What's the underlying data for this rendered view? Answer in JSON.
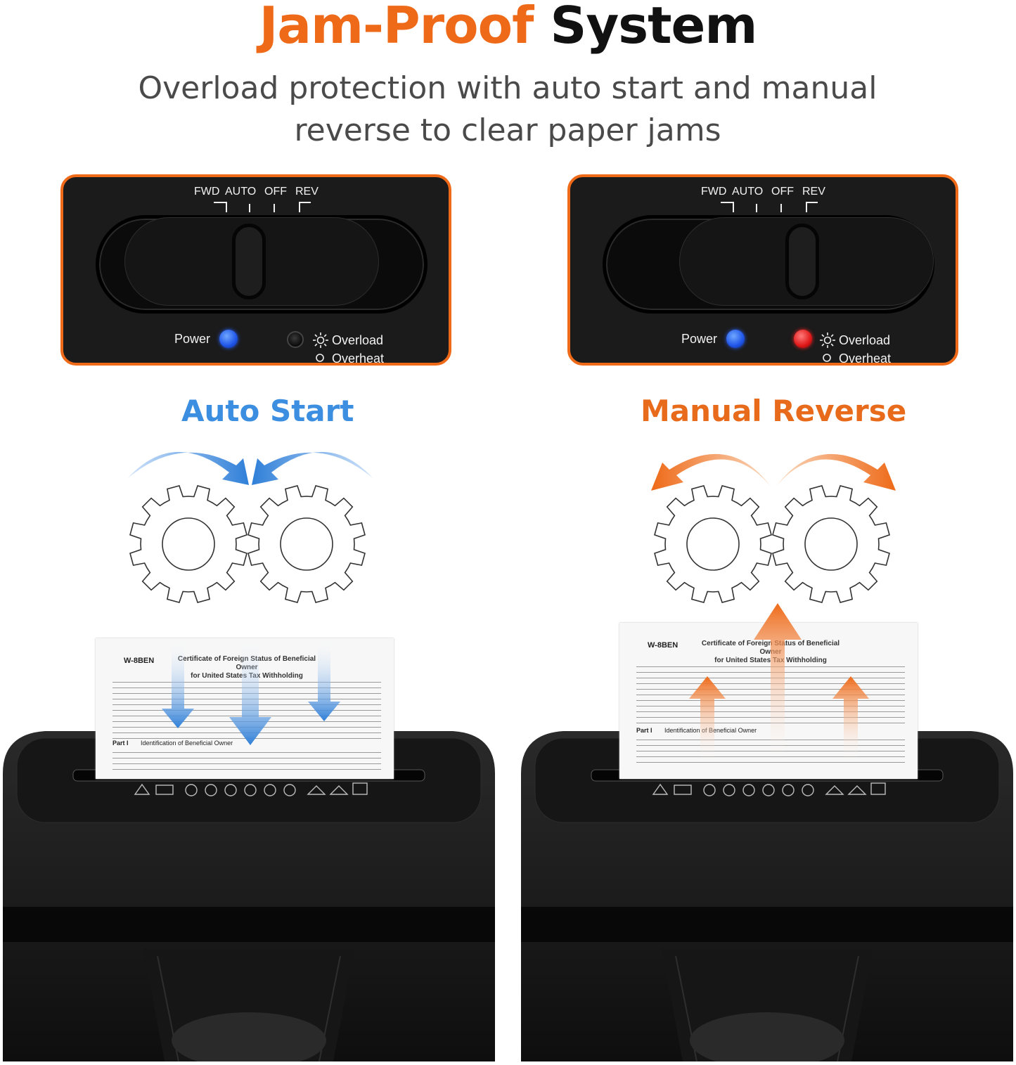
{
  "header": {
    "title_accent": "Jam-Proof",
    "title_rest": " System",
    "subtitle_line1": "Overload protection with auto start and manual",
    "subtitle_line2": "reverse to clear paper jams"
  },
  "panels": {
    "mode_labels": [
      "FWD",
      "AUTO",
      "OFF",
      "REV"
    ],
    "power_label": "Power",
    "overload_label": "Overload",
    "overheat_label": "Overheat"
  },
  "left": {
    "title": "Auto Start",
    "overload_light": "off"
  },
  "right": {
    "title": "Manual Reverse",
    "overload_light": "on"
  },
  "paper": {
    "form_id": "W-8BEN",
    "form_title_1": "Certificate of Foreign Status of Beneficial Owner",
    "form_title_2": "for United States Tax Withholding",
    "part_label": "Part I",
    "part_title": "Identification of Beneficial Owner"
  },
  "colors": {
    "accent_orange": "#ee6a18",
    "auto_blue": "#3b8ee0",
    "reverse_orange": "#e86b1c",
    "power_led": "#1f55e8",
    "overload_led_active": "#e01818"
  },
  "icons": {
    "auto": "curved-arrows-inward-icon",
    "reverse": "curved-arrows-outward-icon",
    "gears": "gear-icon",
    "overload": "sun-icon",
    "overheat": "circle-icon"
  }
}
